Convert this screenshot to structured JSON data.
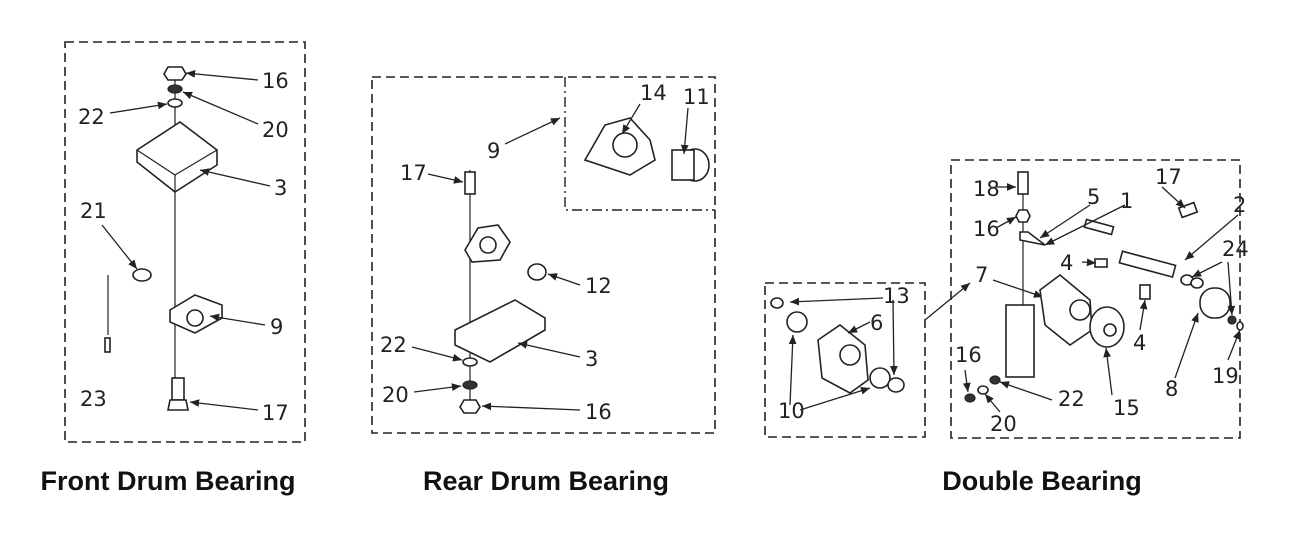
{
  "front": {
    "title": "Front Drum Bearing",
    "callouts": [
      "16",
      "22",
      "20",
      "3",
      "21",
      "9",
      "23",
      "17"
    ]
  },
  "rear": {
    "title": "Rear Drum Bearing",
    "callouts": [
      "9",
      "14",
      "11",
      "17",
      "12",
      "22",
      "3",
      "20",
      "16"
    ]
  },
  "double": {
    "title": "Double Bearing",
    "callouts": [
      "13",
      "6",
      "10",
      "7",
      "18",
      "16",
      "5",
      "1",
      "17",
      "2",
      "24",
      "4",
      "4",
      "8",
      "19",
      "15",
      "16",
      "22",
      "20"
    ]
  }
}
